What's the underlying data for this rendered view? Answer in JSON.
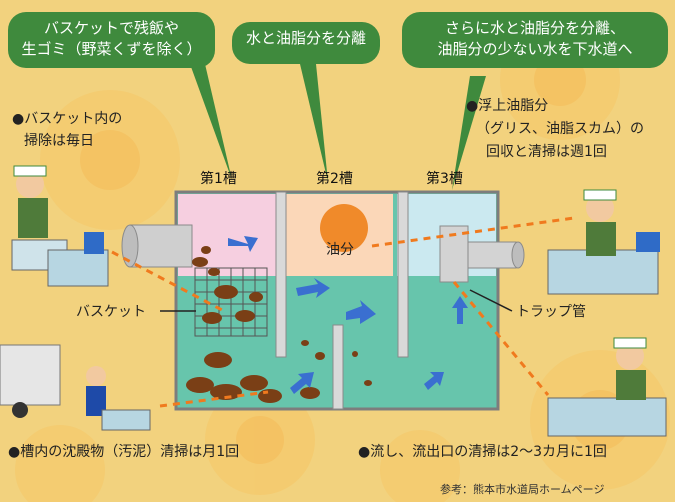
{
  "bubbles": {
    "b1": "バスケットで残飯や\n生ゴミ（野菜くずを除く）",
    "b2": "水と油脂分を分離",
    "b3": "さらに水と油脂分を分離、\n油脂分の少ない水を下水道へ"
  },
  "notes": {
    "basket_clean_1": "●バスケット内の",
    "basket_clean_2": "掃除は毎日",
    "grease_1": "●浮上油脂分",
    "grease_2": "（グリス、油脂スカム）の",
    "grease_3": "回収と清掃は週1回",
    "sludge": "●槽内の沈殿物（汚泥）清掃は月1回",
    "outlet": "●流し、流出口の清掃は2〜3カ月に1回"
  },
  "tanks": {
    "t1": "第1槽",
    "t2": "第2槽",
    "t3": "第3槽"
  },
  "labels": {
    "oil": "油分",
    "basket": "バスケット",
    "trap": "トラップ管"
  },
  "source": "参考：熊本市水道局ホームページ",
  "colors": {
    "bubble_green": "#3f8a3d",
    "water": "#67c5ac",
    "tank1_top": "#f6cfe0",
    "tank2_top": "#fbd7b8",
    "tank3_top": "#cbe9f0",
    "oil_orange": "#f08a2a",
    "dash": "#f07a1e",
    "arrow_blue": "#3a6fd0",
    "sludge_brown": "#7a3f16"
  }
}
